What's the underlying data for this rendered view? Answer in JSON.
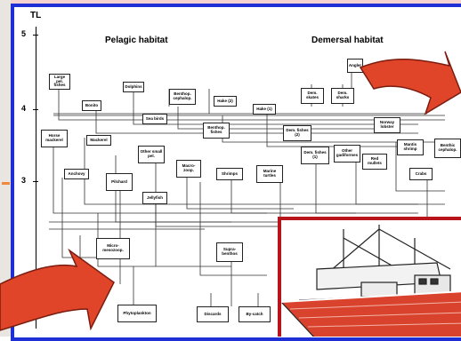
{
  "axis": {
    "label": "TL",
    "ticks": [
      "5",
      "4",
      "3"
    ]
  },
  "habitats": {
    "pelagic": "Pelagic habitat",
    "demersal": "Demersal habitat"
  },
  "nodes": [
    {
      "id": "large_pel_fishes",
      "label": "Large pel. fishes"
    },
    {
      "id": "dolphins",
      "label": "Dolphins"
    },
    {
      "id": "bonito",
      "label": "Bonito"
    },
    {
      "id": "benthop_cephalop",
      "label": "Benthop. cephalop."
    },
    {
      "id": "hake2",
      "label": "Hake (2)"
    },
    {
      "id": "hake1",
      "label": "Hake (1)"
    },
    {
      "id": "dem_skates",
      "label": "Dem. skates"
    },
    {
      "id": "dem_sharks",
      "label": "Dem. sharks"
    },
    {
      "id": "anglerfish",
      "label": "Angler"
    },
    {
      "id": "sea_birds",
      "label": "Sea birds"
    },
    {
      "id": "benthop_fishes",
      "label": "Benthop. fishes"
    },
    {
      "id": "dem_fishes2",
      "label": "Dem. fishes (2)"
    },
    {
      "id": "norway_lobster",
      "label": "Norway lobster"
    },
    {
      "id": "benthic_cephalop",
      "label": "Benthic cephalop."
    },
    {
      "id": "horse_mackerel",
      "label": "Horse mackerel"
    },
    {
      "id": "mackerel",
      "label": "Mackerel"
    },
    {
      "id": "other_small_pel",
      "label": "Other small pel."
    },
    {
      "id": "macrozoop",
      "label": "Macro- zoop."
    },
    {
      "id": "dem_fishes1",
      "label": "Dem. fishes (1)"
    },
    {
      "id": "other_gadiformes",
      "label": "Other gadiformes"
    },
    {
      "id": "red_mullets",
      "label": "Red mullets"
    },
    {
      "id": "mantis_shrimp",
      "label": "Mantis shrimp"
    },
    {
      "id": "anchovy",
      "label": "Anchovy"
    },
    {
      "id": "pilchard",
      "label": "Pilchard"
    },
    {
      "id": "shrimps",
      "label": "Shrimps"
    },
    {
      "id": "marine_turtles",
      "label": "Marine turtles"
    },
    {
      "id": "crabs",
      "label": "Crabs"
    },
    {
      "id": "jellyfish",
      "label": "Jellyfish"
    },
    {
      "id": "micro_mesozoop",
      "label": "Micro- mesozoop."
    },
    {
      "id": "suprabenthos",
      "label": "Supra- benthos"
    },
    {
      "id": "phytoplankton",
      "label": "Phytoplankton"
    },
    {
      "id": "discards",
      "label": "Discards"
    },
    {
      "id": "bycatch",
      "label": "By-catch"
    }
  ],
  "colors": {
    "frame": "#1f2fd6",
    "arrow": "#e0452a",
    "arrow_outline": "#7a1d10",
    "boat_frame": "#b8141b",
    "boat_hull": "#d9432e"
  },
  "icons": {
    "arrow_left": "curved-arrow-icon",
    "arrow_right": "curved-arrow-icon",
    "boat": "fishing-boat-icon"
  }
}
